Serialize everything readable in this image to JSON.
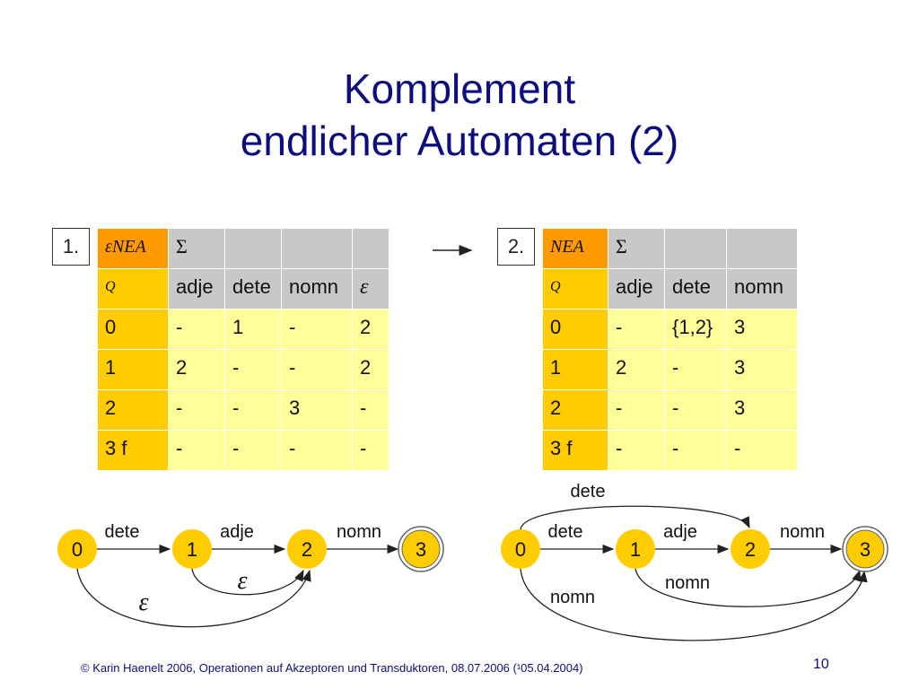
{
  "title": {
    "line1": "Komplement",
    "line2": "endlicher Automaten (2)"
  },
  "step1": {
    "label": "1.",
    "corner": "εNEA",
    "sigma": "Σ",
    "q": "Q",
    "cols": [
      "adje",
      "dete",
      "nomn",
      "ε"
    ],
    "rows": [
      {
        "state": "0",
        "cells": [
          "-",
          "1",
          "-",
          "2"
        ]
      },
      {
        "state": "1",
        "cells": [
          "2",
          "-",
          "-",
          "2"
        ]
      },
      {
        "state": "2",
        "cells": [
          "-",
          "-",
          "3",
          "-"
        ]
      },
      {
        "state": "3 f",
        "cells": [
          "-",
          "-",
          "-",
          "-"
        ]
      }
    ]
  },
  "step2": {
    "label": "2.",
    "corner": "NEA",
    "sigma": "Σ",
    "q": "Q",
    "cols": [
      "adje",
      "dete",
      "nomn"
    ],
    "rows": [
      {
        "state": "0",
        "cells": [
          "-",
          "{1,2}",
          "3"
        ]
      },
      {
        "state": "1",
        "cells": [
          "2",
          "-",
          "3"
        ]
      },
      {
        "state": "2",
        "cells": [
          "-",
          "-",
          "3"
        ]
      },
      {
        "state": "3 f",
        "cells": [
          "-",
          "-",
          "-"
        ]
      }
    ]
  },
  "automaton1": {
    "states": [
      "0",
      "1",
      "2",
      "3"
    ],
    "edge_labels": {
      "e01": "dete",
      "e12": "adje",
      "e23": "nomn",
      "eps12": "ε",
      "eps02": "ε"
    }
  },
  "automaton2": {
    "states": [
      "0",
      "1",
      "2",
      "3"
    ],
    "edge_labels": {
      "e01": "dete",
      "e12": "adje",
      "e23": "nomn",
      "e02": "dete",
      "e13": "nomn",
      "e03": "nomn"
    }
  },
  "colors": {
    "state_fill": "#ffcc00",
    "title": "#0d0d80",
    "corner": "#ff9900",
    "cell": "#ffff99"
  },
  "footer": "© Karin Haenelt 2006, Operationen auf Akzeptoren und Transduktoren, 08.07.2006 (¹05.04.2004)",
  "page_number": "10"
}
